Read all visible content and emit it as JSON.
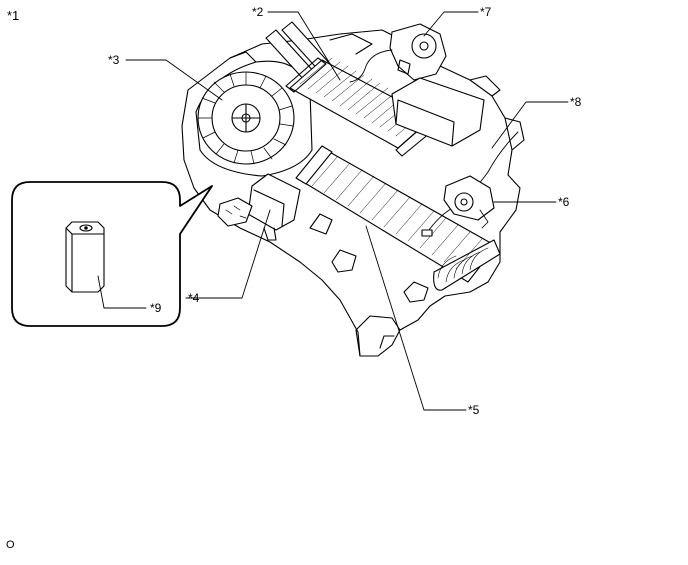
{
  "figure": {
    "title_label": "*1",
    "footer_code": "O",
    "callouts": {
      "c2": "*2",
      "c3": "*3",
      "c4": "*4",
      "c5": "*5",
      "c6": "*6",
      "c7": "*7",
      "c8": "*8",
      "c9": "*9"
    }
  }
}
